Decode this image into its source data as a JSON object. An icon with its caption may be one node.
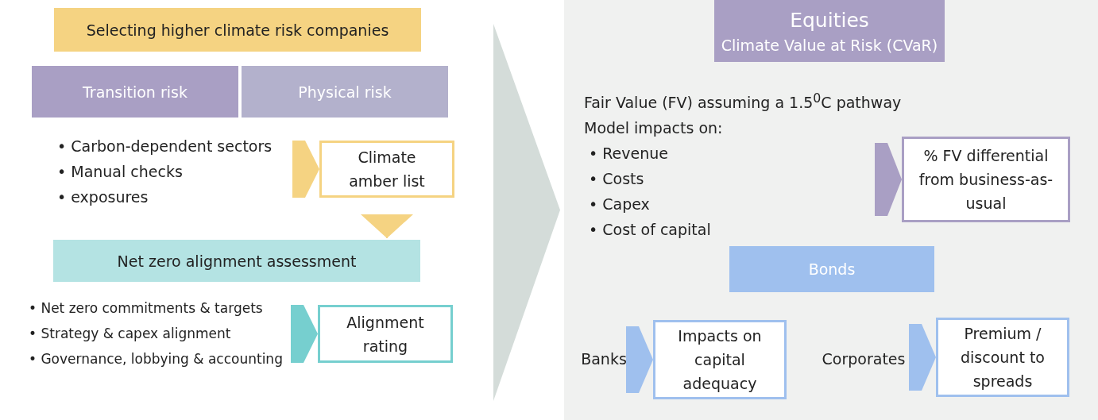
{
  "diagram": {
    "nodes": [
      {
        "text": [
          "Selecting higher climate risk companies"
        ]
      },
      {
        "text": [
          "Transition risk"
        ]
      },
      {
        "text": [
          "Physical risk"
        ]
      },
      {
        "text": [
          "• Carbon-dependent sectors",
          "• Manual checks",
          "• exposures"
        ]
      },
      {
        "text": [
          "Climate amber list"
        ]
      },
      {
        "text": [
          "Net zero alignment assessment"
        ]
      },
      {
        "text": [
          "• Net zero commitments & targets",
          "• Strategy & capex alignment",
          "• Governance, lobbying & accounting"
        ]
      },
      {
        "text": [
          "Alignment rating"
        ]
      },
      {
        "text": [],
        "shape": "box"
      },
      {
        "text": [
          "Equities",
          "Climate Value at Risk (CVaR)"
        ],
        "in": 8
      },
      {
        "text": [
          "Fair Value (FV) assuming a 1.5$^{0}$C pathway",
          "Model impacts on:",
          "• Revenue",
          "• Costs",
          "• Capex",
          "• Cost of capital"
        ],
        "in": 8
      },
      {
        "text": [
          "% FV differential from business-as-usual"
        ],
        "in": 8
      },
      {
        "text": [
          "Bonds"
        ],
        "in": 8
      },
      {
        "text": [
          "Banks"
        ],
        "in": 8
      },
      {
        "text": [
          "Impacts on capital adequacy"
        ],
        "in": 8
      },
      {
        "text": [
          "Corporates"
        ],
        "in": 8
      },
      {
        "text": [
          "Premium / discount to spreads"
        ],
        "in": 8
      }
    ],
    "edges": [
      {
        "from": 3,
        "to": 4,
        "arrow": "to",
        "color": "#f5d382"
      },
      {
        "from": 4,
        "to": 5,
        "arrow": "to",
        "color": "#f5d382"
      },
      {
        "from": 6,
        "to": 7,
        "arrow": "to",
        "color": "#76cfcf"
      },
      {
        "from": null,
        "to": 8,
        "arrow": "to",
        "color": "#d4dcd9"
      },
      {
        "from": 10,
        "to": 11,
        "arrow": "to",
        "color": "#a99fc4"
      },
      {
        "from": 13,
        "to": 14,
        "arrow": "to",
        "color": "#9fc0ee"
      },
      {
        "from": 15,
        "to": 16,
        "arrow": "to",
        "color": "#9fc0ee"
      }
    ]
  }
}
